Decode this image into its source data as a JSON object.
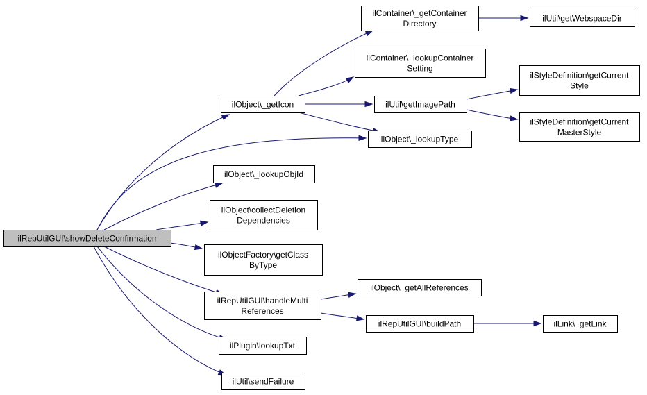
{
  "colors": {
    "edge": "#191970",
    "root_fill": "#bfbfbf",
    "node_fill": "#ffffff",
    "node_border": "#000000"
  },
  "nodes": {
    "root": {
      "lines": [
        "ilRepUtilGUI\\showDeleteConfirmation"
      ]
    },
    "getIcon": {
      "lines": [
        "ilObject\\_getIcon"
      ]
    },
    "getContainerDirectory": {
      "lines": [
        "ilContainer\\_getContainer",
        "Directory"
      ]
    },
    "getWebspaceDir": {
      "lines": [
        "ilUtil\\getWebspaceDir"
      ]
    },
    "lookupContainerSetting": {
      "lines": [
        "ilContainer\\_lookupContainer",
        "Setting"
      ]
    },
    "getImagePath": {
      "lines": [
        "ilUtil\\getImagePath"
      ]
    },
    "getCurrentStyle": {
      "lines": [
        "ilStyleDefinition\\getCurrent",
        "Style"
      ]
    },
    "getCurrentMasterStyle": {
      "lines": [
        "ilStyleDefinition\\getCurrent",
        "MasterStyle"
      ]
    },
    "lookupType": {
      "lines": [
        "ilObject\\_lookupType"
      ]
    },
    "lookupObjId": {
      "lines": [
        "ilObject\\_lookupObjId"
      ]
    },
    "collectDeletionDependencies": {
      "lines": [
        "ilObject\\collectDeletion",
        "Dependencies"
      ]
    },
    "getClassByType": {
      "lines": [
        "ilObjectFactory\\getClass",
        "ByType"
      ]
    },
    "handleMultiReferences": {
      "lines": [
        "ilRepUtilGUI\\handleMulti",
        "References"
      ]
    },
    "getAllReferences": {
      "lines": [
        "ilObject\\_getAllReferences"
      ]
    },
    "buildPath": {
      "lines": [
        "ilRepUtilGUI\\buildPath"
      ]
    },
    "getLink": {
      "lines": [
        "ilLink\\_getLink"
      ]
    },
    "lookupTxt": {
      "lines": [
        "ilPlugin\\lookupTxt"
      ]
    },
    "sendFailure": {
      "lines": [
        "ilUtil\\sendFailure"
      ]
    }
  },
  "edges": [
    {
      "from": "root",
      "to": "getIcon"
    },
    {
      "from": "root",
      "to": "lookupType"
    },
    {
      "from": "root",
      "to": "lookupObjId"
    },
    {
      "from": "root",
      "to": "collectDeletionDependencies"
    },
    {
      "from": "root",
      "to": "getClassByType"
    },
    {
      "from": "root",
      "to": "handleMultiReferences"
    },
    {
      "from": "root",
      "to": "lookupTxt"
    },
    {
      "from": "root",
      "to": "sendFailure"
    },
    {
      "from": "getIcon",
      "to": "getContainerDirectory"
    },
    {
      "from": "getIcon",
      "to": "lookupContainerSetting"
    },
    {
      "from": "getIcon",
      "to": "getImagePath"
    },
    {
      "from": "getIcon",
      "to": "lookupType"
    },
    {
      "from": "getContainerDirectory",
      "to": "getWebspaceDir"
    },
    {
      "from": "getImagePath",
      "to": "getCurrentStyle"
    },
    {
      "from": "getImagePath",
      "to": "getCurrentMasterStyle"
    },
    {
      "from": "handleMultiReferences",
      "to": "getAllReferences"
    },
    {
      "from": "handleMultiReferences",
      "to": "buildPath"
    },
    {
      "from": "buildPath",
      "to": "getLink"
    }
  ]
}
